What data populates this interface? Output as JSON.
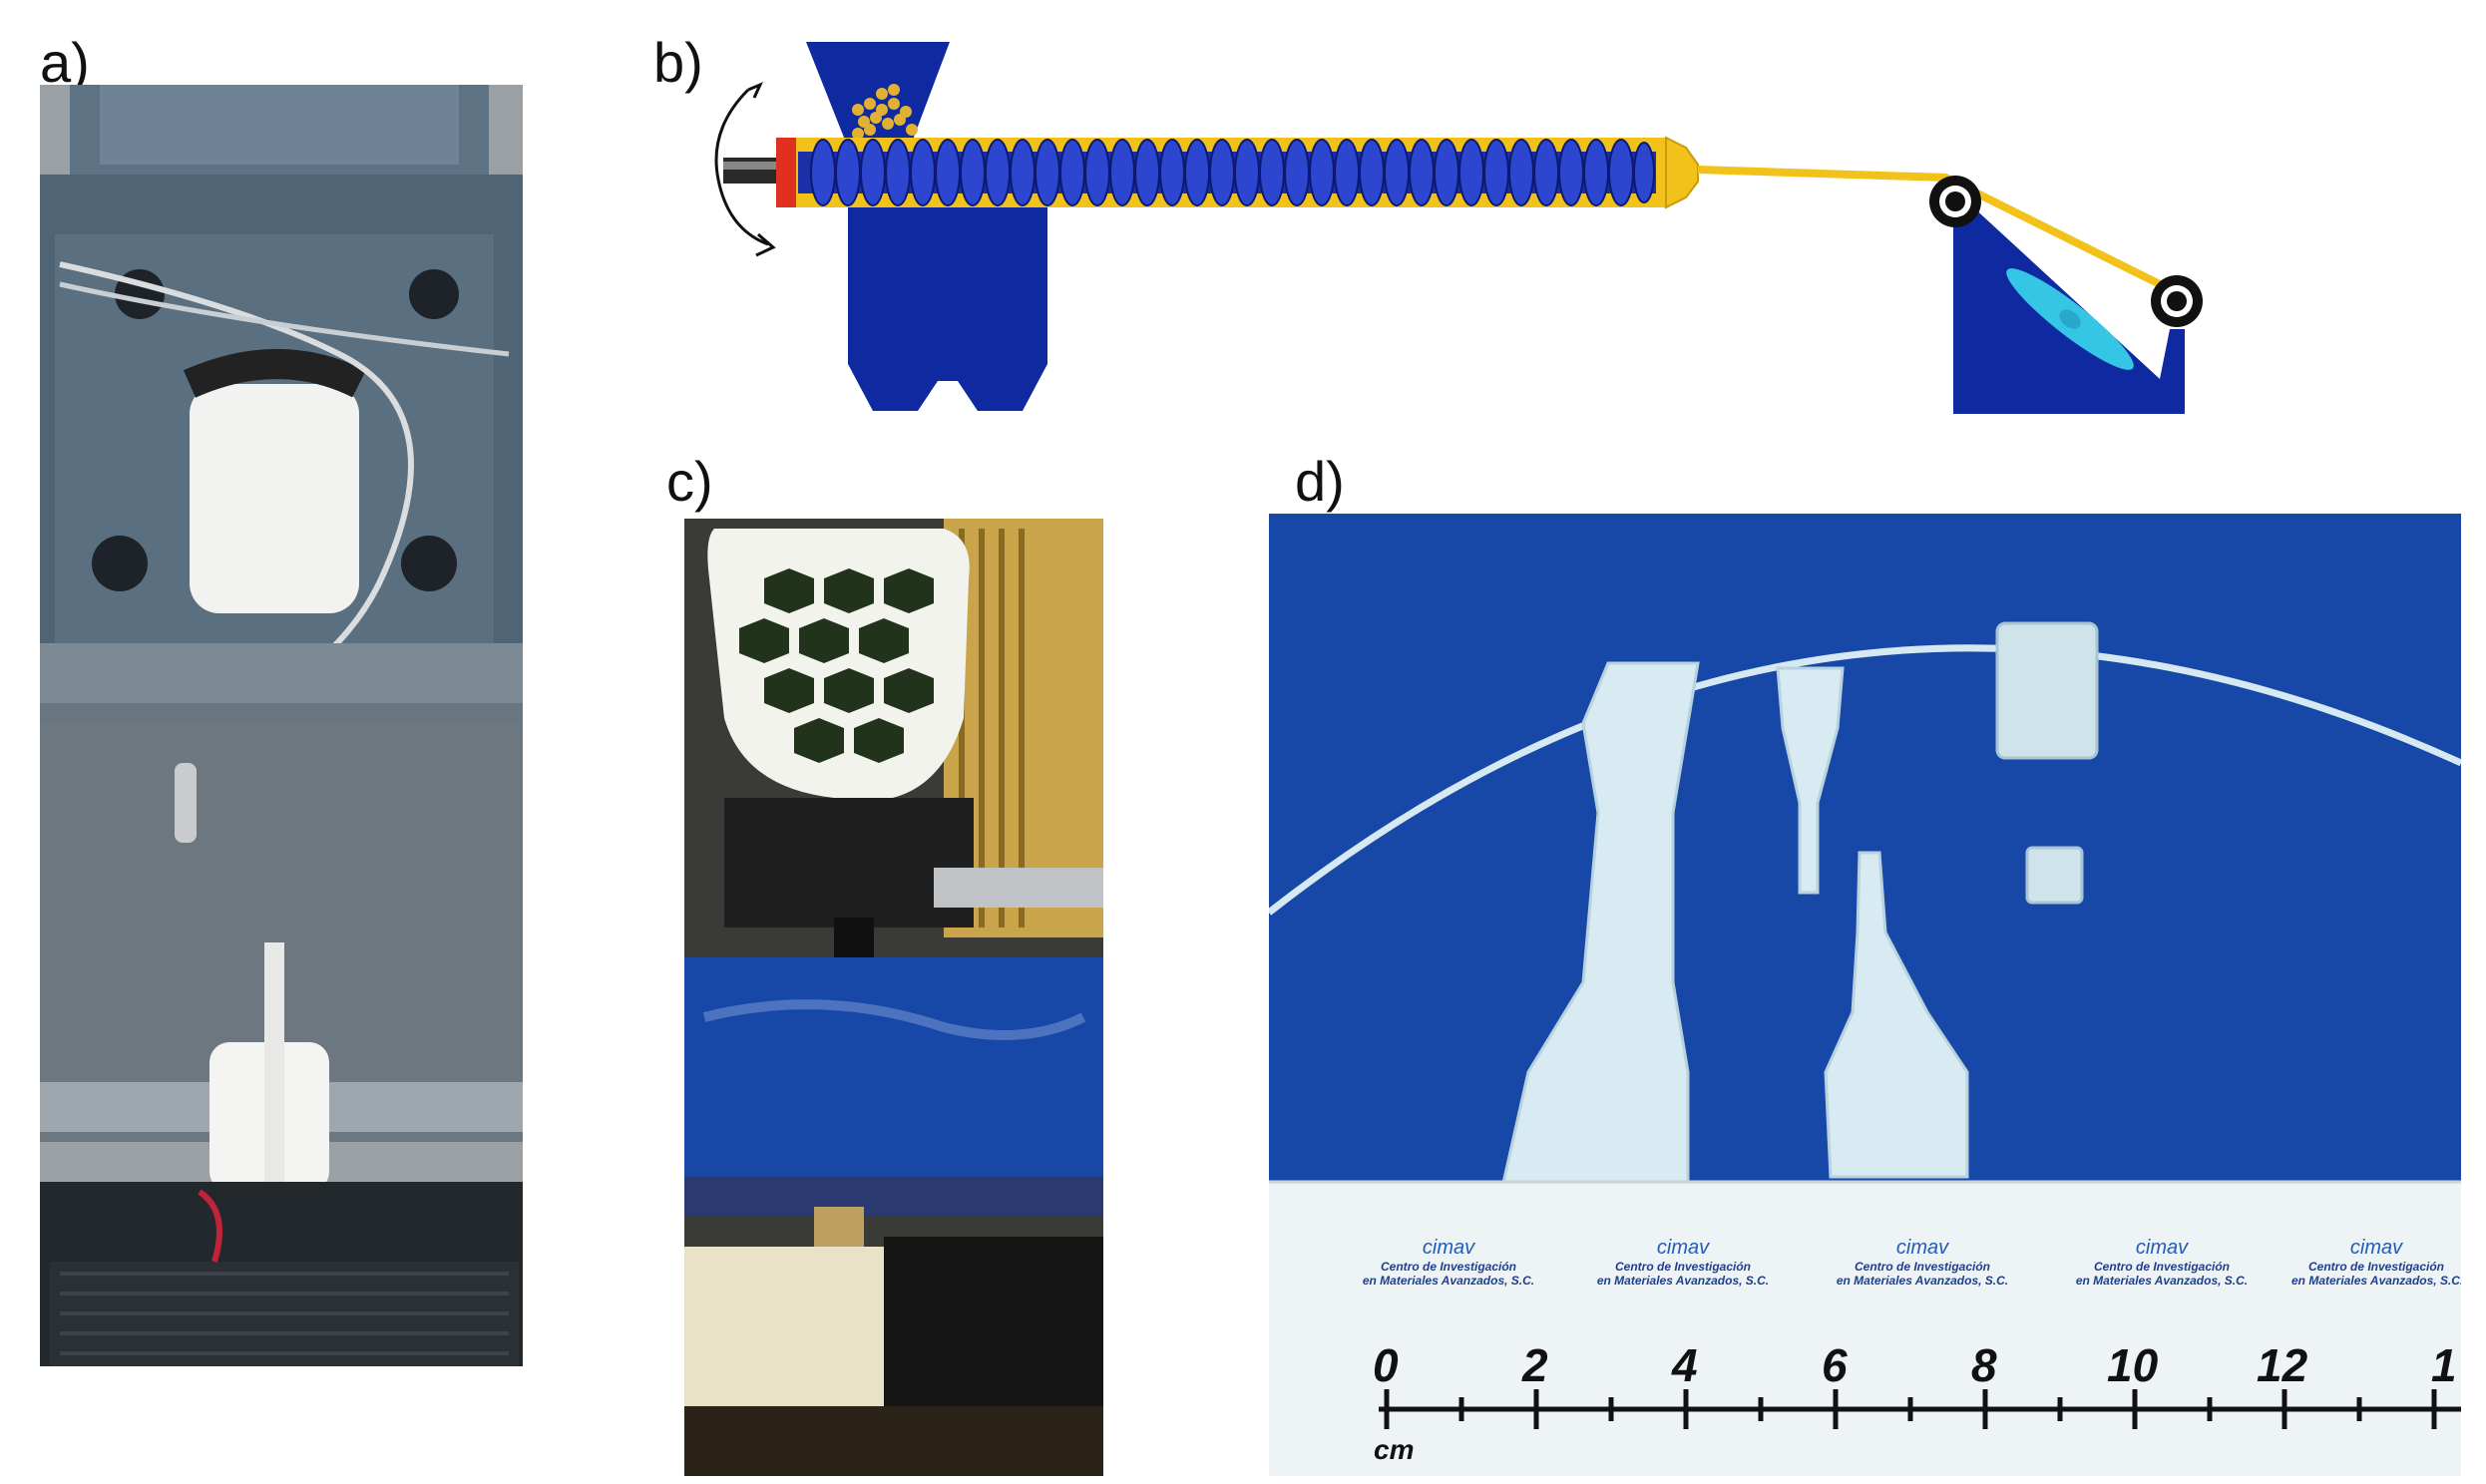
{
  "panels": {
    "a": "a)",
    "b": "b)",
    "c": "c)",
    "d": "d)"
  },
  "ruler": {
    "numbers": [
      "0",
      "2",
      "4",
      "6",
      "8",
      "10",
      "12",
      "1"
    ],
    "unit": "cm",
    "logo_text": "cimav",
    "caption_line1": "Centro de Investigación",
    "caption_line2": "en Materiales Avanzados, S.C."
  },
  "colors": {
    "screw_blue": "#1b2fa8",
    "hopper_blue": "#0f2aa0",
    "filament_yellow": "#f3c21a",
    "barrel_red": "#e0301f",
    "fan_cyan": "#35c6e6",
    "bed_blue": "#1748a8"
  }
}
